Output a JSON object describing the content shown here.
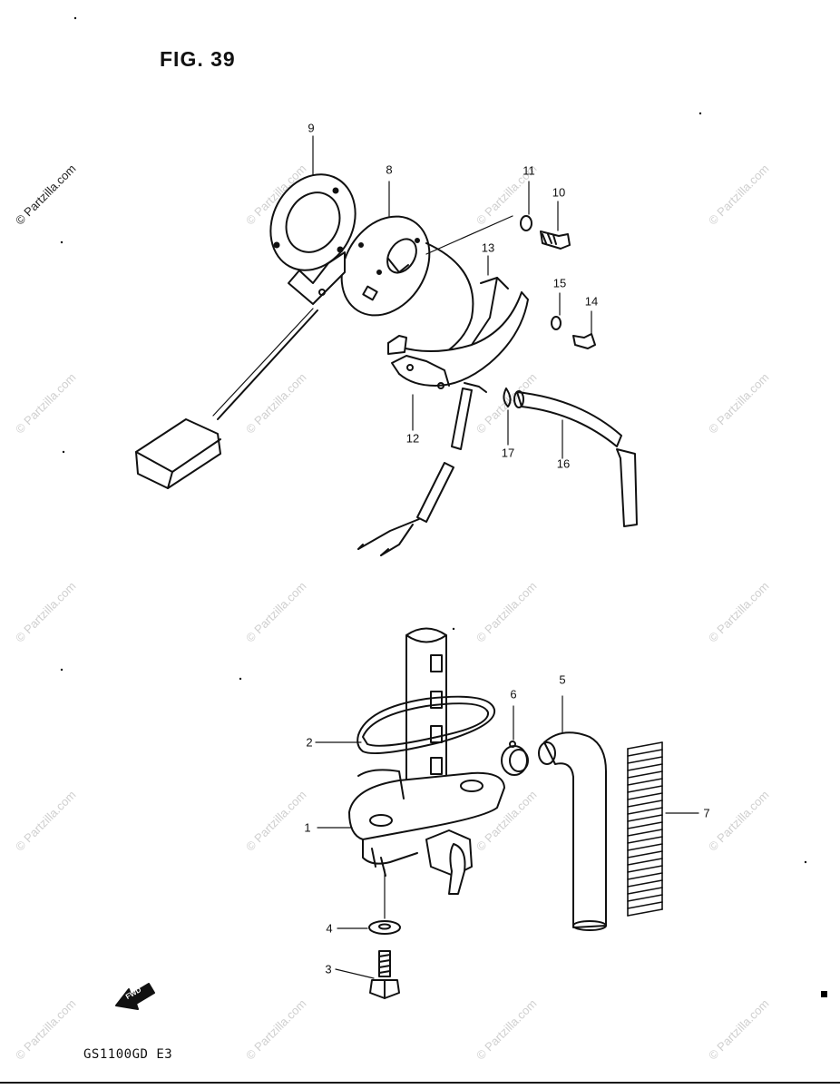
{
  "figure": {
    "title": "FIG. 39",
    "model": "GS1100GD E3"
  },
  "watermark": {
    "text": "© Partzilla.com"
  },
  "fwd_symbol": {
    "label": "FWD"
  },
  "callouts": [
    {
      "id": "9",
      "label": "9"
    },
    {
      "id": "8",
      "label": "8"
    },
    {
      "id": "11",
      "label": "11"
    },
    {
      "id": "10",
      "label": "10"
    },
    {
      "id": "13",
      "label": "13"
    },
    {
      "id": "15",
      "label": "15"
    },
    {
      "id": "14",
      "label": "14"
    },
    {
      "id": "12",
      "label": "12"
    },
    {
      "id": "17",
      "label": "17"
    },
    {
      "id": "16",
      "label": "16"
    },
    {
      "id": "6",
      "label": "6"
    },
    {
      "id": "5",
      "label": "5"
    },
    {
      "id": "2",
      "label": "2"
    },
    {
      "id": "1",
      "label": "1"
    },
    {
      "id": "7",
      "label": "7"
    },
    {
      "id": "4",
      "label": "4"
    },
    {
      "id": "3",
      "label": "3"
    }
  ]
}
